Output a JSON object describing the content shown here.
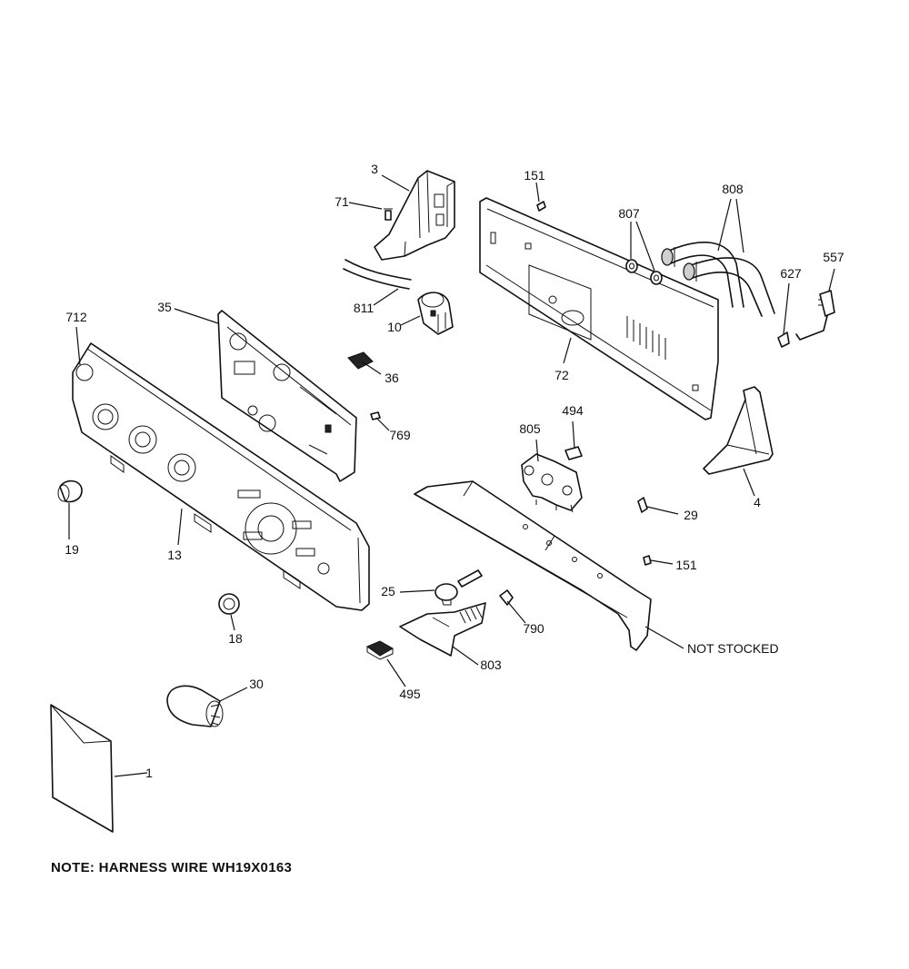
{
  "diagram": {
    "note": "NOTE: HARNESS WIRE WH19X0163",
    "callouts": [
      {
        "id": "c3",
        "text": "3"
      },
      {
        "id": "c71",
        "text": "71"
      },
      {
        "id": "c151a",
        "text": "151"
      },
      {
        "id": "c807",
        "text": "807"
      },
      {
        "id": "c808",
        "text": "808"
      },
      {
        "id": "c557",
        "text": "557"
      },
      {
        "id": "c627",
        "text": "627"
      },
      {
        "id": "c811",
        "text": "811"
      },
      {
        "id": "c10",
        "text": "10"
      },
      {
        "id": "c72",
        "text": "72"
      },
      {
        "id": "c712",
        "text": "712"
      },
      {
        "id": "c35",
        "text": "35"
      },
      {
        "id": "c36",
        "text": "36"
      },
      {
        "id": "c769",
        "text": "769"
      },
      {
        "id": "c805",
        "text": "805"
      },
      {
        "id": "c494",
        "text": "494"
      },
      {
        "id": "c4",
        "text": "4"
      },
      {
        "id": "c29",
        "text": "29"
      },
      {
        "id": "c151b",
        "text": "151"
      },
      {
        "id": "c19",
        "text": "19"
      },
      {
        "id": "c13",
        "text": "13"
      },
      {
        "id": "c25",
        "text": "25"
      },
      {
        "id": "c790",
        "text": "790"
      },
      {
        "id": "cns",
        "text": "NOT STOCKED"
      },
      {
        "id": "c18",
        "text": "18"
      },
      {
        "id": "c803",
        "text": "803"
      },
      {
        "id": "c495",
        "text": "495"
      },
      {
        "id": "c30",
        "text": "30"
      },
      {
        "id": "c1",
        "text": "1"
      }
    ]
  }
}
